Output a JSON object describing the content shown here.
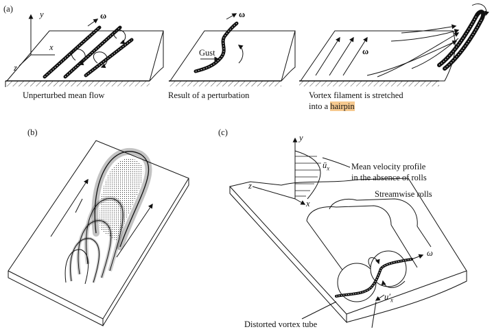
{
  "panels": {
    "a": "(a)",
    "b": "(b)",
    "c": "(c)"
  },
  "panel_a": {
    "caption_1": "Unperturbed mean flow",
    "caption_2": "Result of a perturbation",
    "caption_3_line1": "Vortex filament is stretched",
    "caption_3_line2_prefix": "into a ",
    "caption_3_highlight": "hairpin",
    "gust": "Gust",
    "omega": "ω",
    "axis_x": "x",
    "axis_y": "y",
    "axis_z": "z"
  },
  "panel_c": {
    "mean_profile_line1": "Mean velocity profile",
    "mean_profile_line2": "in the absence of rolls",
    "streamwise_rolls": "Streamwise rolls",
    "distorted_tube": "Distorted vortex tube",
    "u_bar": "ū",
    "u_bar_sub": "x",
    "u_prime": "u′",
    "u_prime_sub": "x",
    "omega": "ω",
    "axis_x": "x",
    "axis_y": "y",
    "axis_z": "z"
  },
  "colors": {
    "highlight": "#f6c98f",
    "ink": "#111111"
  }
}
